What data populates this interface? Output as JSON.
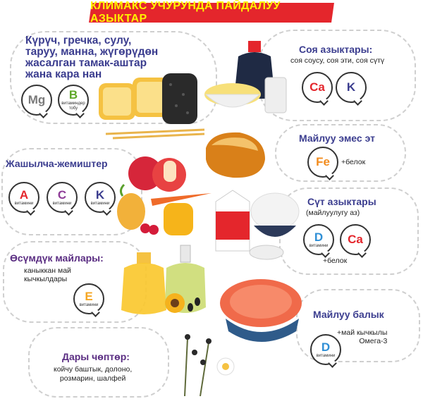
{
  "title": "КЛИМАКС УЧУРУНДА ПАЙДАЛУУ АЗЫКТАР",
  "grains": {
    "text_lines": [
      "Күрүч, гречка, сулу,",
      "таруу, манна, жүгөрүдөн",
      "жасалган тамак-аштар",
      "жана кара нан"
    ],
    "badges": [
      {
        "letter": "Mg",
        "caption": "",
        "color": "#7a7a7a"
      },
      {
        "letter": "B",
        "caption": "витаминдер тобу",
        "color": "#5fa829"
      }
    ]
  },
  "soy": {
    "heading": "Соя азыктары:",
    "items": "соя соусу, соя эти, соя сүтү",
    "badges": [
      {
        "letter": "Ca",
        "caption": "",
        "color": "#e4262c"
      },
      {
        "letter": "K",
        "caption": "",
        "color": "#3b3d8f"
      }
    ]
  },
  "meat": {
    "heading": "Майлуу эмес эт",
    "badge": {
      "letter": "Fe",
      "caption": "",
      "color": "#f28c1e"
    },
    "note": "+белок"
  },
  "fruits": {
    "heading": "Жашылча-жемиштер",
    "badges": [
      {
        "letter": "A",
        "caption": "витамини",
        "color": "#e4262c"
      },
      {
        "letter": "C",
        "caption": "витамини",
        "color": "#8e3c97"
      },
      {
        "letter": "K",
        "caption": "витамини",
        "color": "#3b3d8f"
      }
    ]
  },
  "dairy": {
    "heading": "Сүт азыктары",
    "subheading": "(майлуулугу аз)",
    "badges": [
      {
        "letter": "D",
        "caption": "витамини",
        "color": "#2f8fd6"
      },
      {
        "letter": "Ca",
        "caption": "",
        "color": "#e4262c"
      }
    ],
    "note": "+белок"
  },
  "oils": {
    "heading": "Өсүмдүк майлары:",
    "items_lines": [
      "каныккан май",
      "кычкылдары"
    ],
    "badge": {
      "letter": "E",
      "caption": "витамини",
      "color": "#f5a623"
    }
  },
  "fish": {
    "heading": "Майлуу балык",
    "note_lines": [
      "+май кычкылы",
      "Омега-3"
    ],
    "badge": {
      "letter": "D",
      "caption": "витамини",
      "color": "#2f8fd6"
    }
  },
  "herbs": {
    "heading": "Дары чөптөр:",
    "items_lines": [
      "койчу баштык,  долоно,",
      "розмарин, шалфей"
    ]
  }
}
